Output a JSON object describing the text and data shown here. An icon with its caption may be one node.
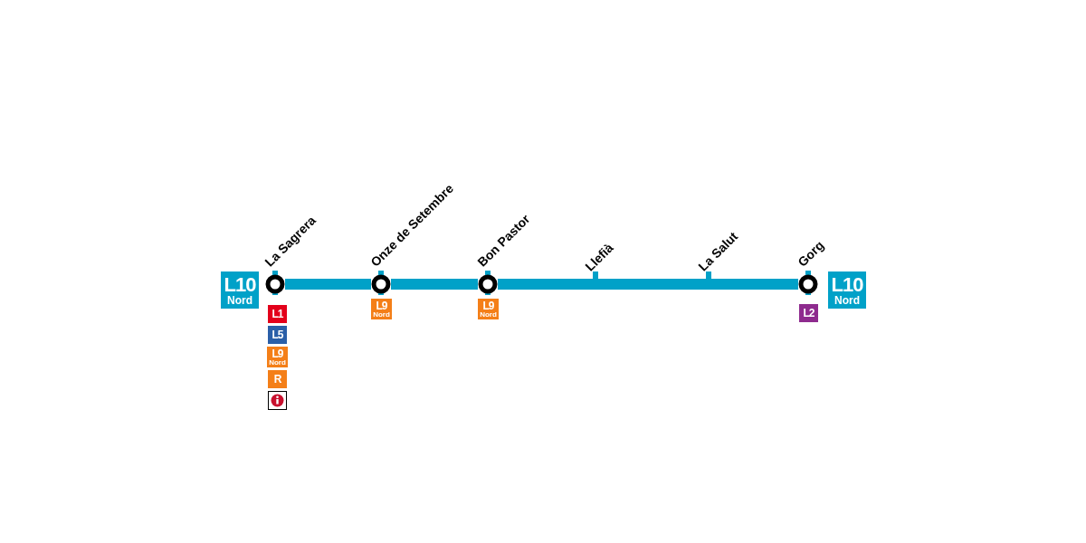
{
  "diagram": {
    "nodes": [
      {
        "text": [
          "L10",
          "Nord"
        ]
      },
      {
        "text": [
          "La Sagrera"
        ]
      },
      {
        "text": [
          "Onze de Setembre"
        ]
      },
      {
        "text": [
          "Bon Pastor"
        ]
      },
      {
        "text": [
          "Llefià"
        ]
      },
      {
        "text": [
          "La Salut"
        ]
      },
      {
        "text": [
          "Gorg"
        ]
      },
      {
        "text": [
          "L10",
          "Nord"
        ]
      },
      {
        "text": [
          "L1"
        ]
      },
      {
        "text": [
          "L5"
        ]
      },
      {
        "text": [
          "L9",
          "Nord"
        ]
      },
      {
        "text": [
          "R"
        ]
      },
      {
        "text": [
          "L9",
          "Nord"
        ]
      },
      {
        "text": [
          "L9",
          "Nord"
        ]
      },
      {
        "text": [
          "L2"
        ]
      }
    ],
    "edges": [
      {
        "from": 1,
        "to": 2,
        "arrow": "none"
      },
      {
        "from": 2,
        "to": 3,
        "arrow": "none"
      },
      {
        "from": 3,
        "to": 4,
        "arrow": "none"
      },
      {
        "from": 4,
        "to": 5,
        "arrow": "none"
      },
      {
        "from": 5,
        "to": 6,
        "arrow": "none"
      }
    ]
  }
}
